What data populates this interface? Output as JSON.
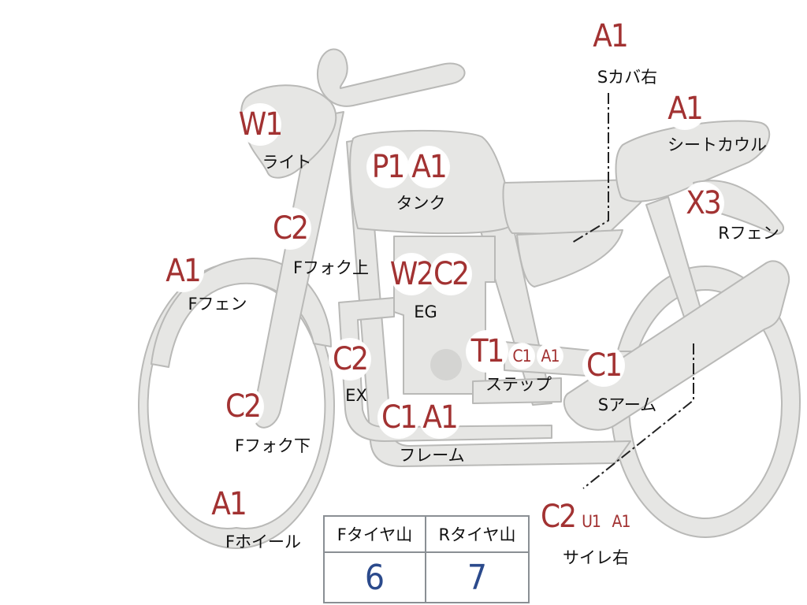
{
  "colors": {
    "body_fill": "#e6e6e4",
    "body_stroke": "#b9b9b7",
    "grade_code": "#a23232",
    "tread_value": "#2b4a8c",
    "table_border": "#8a8f94"
  },
  "parts": [
    {
      "id": "s-cover-right",
      "label": "Sカバ右",
      "codes": [
        "A1"
      ]
    },
    {
      "id": "seat-cowl",
      "label": "シートカウル",
      "codes": [
        "A1"
      ]
    },
    {
      "id": "light",
      "label": "ライト",
      "codes": [
        "W1"
      ]
    },
    {
      "id": "tank",
      "label": "タンク",
      "codes": [
        "P1",
        "A1"
      ]
    },
    {
      "id": "r-fender",
      "label": "Rフェン",
      "codes": [
        "X3"
      ]
    },
    {
      "id": "f-fork-upper",
      "label": "Fフォク上",
      "codes": [
        "C2"
      ]
    },
    {
      "id": "f-fender",
      "label": "Fフェン",
      "codes": [
        "A1"
      ]
    },
    {
      "id": "engine",
      "label": "EG",
      "codes": [
        "W2",
        "C2"
      ]
    },
    {
      "id": "exhaust",
      "label": "EX",
      "codes": [
        "C2"
      ]
    },
    {
      "id": "step",
      "label": "ステップ",
      "codes": [
        "T1",
        "C1",
        "A1"
      ]
    },
    {
      "id": "s-arm",
      "label": "Sアーム",
      "codes": [
        "C1"
      ]
    },
    {
      "id": "f-fork-lower",
      "label": "Fフォク下",
      "codes": [
        "C2"
      ]
    },
    {
      "id": "frame",
      "label": "フレーム",
      "codes": [
        "C1",
        "A1"
      ]
    },
    {
      "id": "f-wheel",
      "label": "Fホイール",
      "codes": [
        "A1"
      ]
    },
    {
      "id": "silencer-right",
      "label": "サイレ右",
      "codes": [
        "C2",
        "U1",
        "A1"
      ]
    }
  ],
  "tread_table": {
    "front_header": "Fタイヤ山",
    "rear_header": "Rタイヤ山",
    "front_value": "6",
    "rear_value": "7"
  }
}
